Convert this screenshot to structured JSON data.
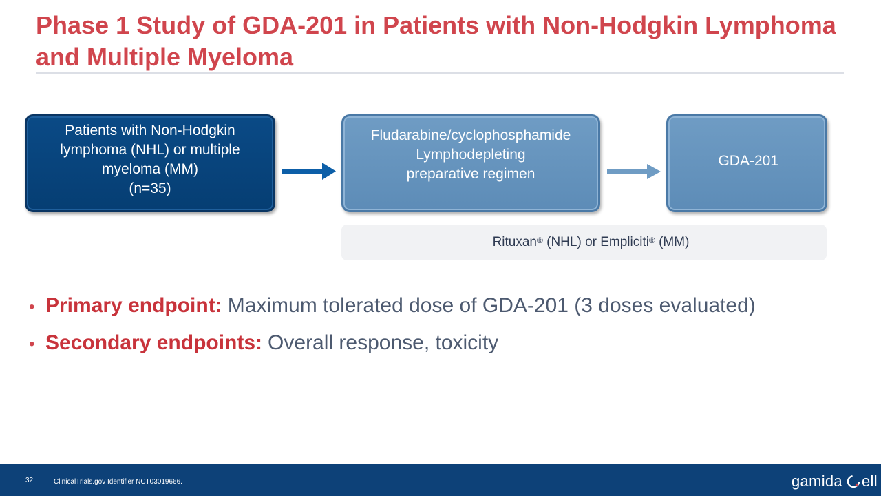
{
  "title": {
    "line1": "Phase 1 Study of GDA-201 in Patients with Non-Hodgkin Lymphoma",
    "line2": "and Multiple Myeloma"
  },
  "flow": {
    "box1": [
      "Patients with Non-Hodgkin",
      "lymphoma (NHL) or multiple",
      "myeloma (MM)",
      "(n=35)"
    ],
    "box2": [
      "Fludarabine/cyclophosphamide",
      "Lymphodepleting",
      "preparative regimen"
    ],
    "box3": "GDA-201",
    "note": {
      "part1": "Rituxan",
      "reg1": "®",
      "part2": " (NHL) or Empliciti",
      "reg2": "®",
      "part3": " (MM)"
    },
    "colors": {
      "dark_box": "#0a4a86",
      "light_box": "#6f9cc4",
      "arrow_dark": "#0d5fa8",
      "arrow_light": "#6f9cc4"
    }
  },
  "bullets": [
    {
      "key": "Primary endpoint:",
      "text": "Maximum tolerated dose of GDA-201 (3 doses evaluated)"
    },
    {
      "key": "Secondary endpoints:",
      "text": "Overall response, toxicity"
    }
  ],
  "footer": {
    "page_number": "32",
    "footnote": "ClinicalTrials.gov Identifier NCT03019666.",
    "logo_left": "gamida",
    "logo_right": "ell",
    "background": "#0d4178"
  },
  "accent_color": "#d0454d"
}
